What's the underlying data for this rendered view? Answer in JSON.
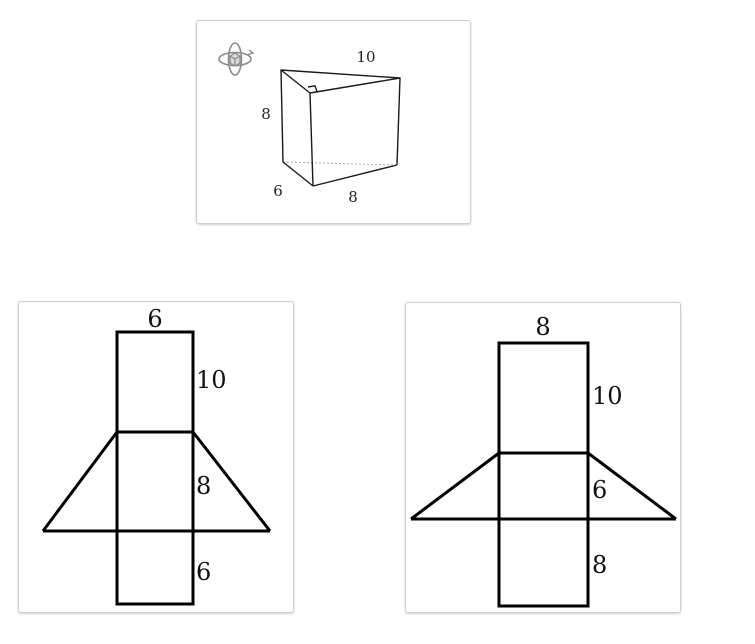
{
  "prism": {
    "labels": {
      "top": "10",
      "left_height": "8",
      "bottom_left": "6",
      "bottom_right": "8"
    },
    "icon": "rotate-3d-icon"
  },
  "net_a": {
    "labels": {
      "top": "6",
      "upper_right": "10",
      "middle_right": "8",
      "bottom_right": "6"
    }
  },
  "net_b": {
    "labels": {
      "top": "8",
      "upper_right": "10",
      "middle_right": "6",
      "bottom_right": "8"
    }
  },
  "colors": {
    "card_border": "#cfcfcf",
    "line": "#000000",
    "icon": "#8a8a8a"
  }
}
